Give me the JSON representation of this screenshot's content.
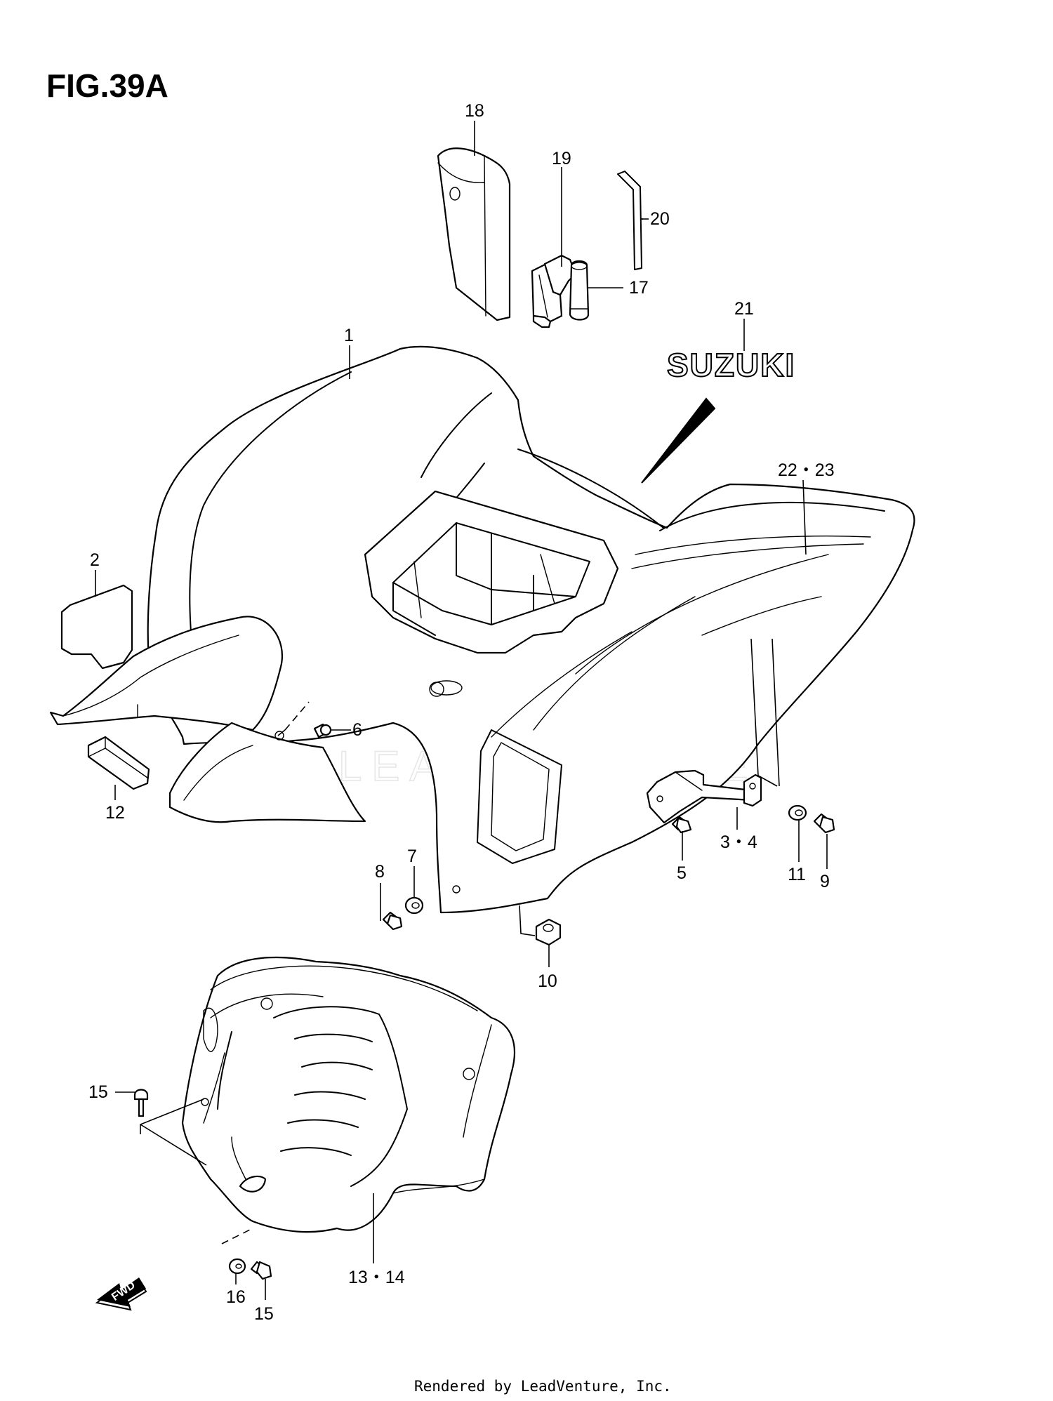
{
  "figure": {
    "title": "FIG.39A",
    "footer": "Rendered by LeadVenture, Inc.",
    "watermark": "LEADVENTURE",
    "logo_decal_text": "SUZUKI",
    "fwd_arrow_text": "FWD"
  },
  "callouts": [
    {
      "id": "c1",
      "label": "1"
    },
    {
      "id": "c2",
      "label": "2"
    },
    {
      "id": "c3",
      "label": "3・4"
    },
    {
      "id": "c5",
      "label": "5"
    },
    {
      "id": "c6",
      "label": "6"
    },
    {
      "id": "c7",
      "label": "7"
    },
    {
      "id": "c8",
      "label": "8"
    },
    {
      "id": "c9",
      "label": "9"
    },
    {
      "id": "c10",
      "label": "10"
    },
    {
      "id": "c11",
      "label": "11"
    },
    {
      "id": "c12",
      "label": "12"
    },
    {
      "id": "c13",
      "label": "13・14"
    },
    {
      "id": "c15a",
      "label": "15"
    },
    {
      "id": "c15b",
      "label": "15"
    },
    {
      "id": "c16",
      "label": "16"
    },
    {
      "id": "c17",
      "label": "17"
    },
    {
      "id": "c18",
      "label": "18"
    },
    {
      "id": "c19",
      "label": "19"
    },
    {
      "id": "c20",
      "label": "20"
    },
    {
      "id": "c21",
      "label": "21"
    },
    {
      "id": "c22",
      "label": "22・23"
    }
  ],
  "colors": {
    "ink": "#000000",
    "paper": "#ffffff",
    "watermark": "#e6e6e6"
  }
}
